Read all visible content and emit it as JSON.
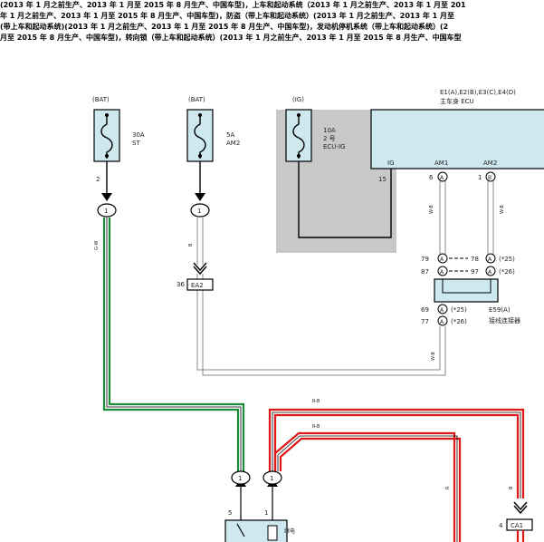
{
  "header": {
    "lines": [
      "(2013 年 1 月之前生产、2013 年 1 月至 2015 年 8 月生产、中国车型)，上车和起动系统（2013 年 1 月之前生产、2013 年 1 月至 201",
      "年 1 月之前生产、2013 年 1 月至 2015 年 8 月生产、中国车型)，防盗（带上车和起动系统）(2013 年 1 月之前生产、2013 年 1 月至",
      "(带上车和起动系统)(2013 年 1 月之前生产、2013 年 1 月至 2015 年 8 月生产、中国车型)，发动机停机系统（带上车和起动系统）(2",
      "月至 2015 年 8 月生产、中国车型)，转向锁（带上车和起动系统）(2013 年 1 月之前生产、2013 年 1 月至 2015 年 8 月生产、中国车型"
    ]
  },
  "fuses": {
    "st": {
      "source": "(BAT)",
      "rating": "30A",
      "name": "ST",
      "pin": "2"
    },
    "am2": {
      "source": "(BAT)",
      "rating": "5A",
      "name": "AM2"
    },
    "ecu_ig": {
      "source": "(IG)",
      "rating": "10A",
      "name_line2": "2 号",
      "name_line3": "ECU-IG"
    }
  },
  "ecu": {
    "connectors": "E1(A),E2(B),E3(C),E4(D)",
    "name": "主车身 ECU",
    "pin_ig": "IG",
    "pin_ig_num": "15",
    "pin_am1": "AM1",
    "pin_am2": "AM2",
    "pin_am1_num": "6",
    "pin_am1_conn": "A",
    "pin_am2_num": "1",
    "pin_am2_conn": "B"
  },
  "junction": {
    "id": "E59(A)",
    "name": "接线连接器",
    "rows": [
      {
        "left": "79",
        "left_conn": "A",
        "right": "78",
        "right_conn": "A",
        "note": "(*25)"
      },
      {
        "left": "87",
        "left_conn": "A",
        "right": "97",
        "right_conn": "A",
        "note": "(*26)"
      },
      {
        "left": "69",
        "left_conn": "A",
        "note": "(*25)"
      },
      {
        "left": "77",
        "left_conn": "A",
        "note": "(*26)"
      }
    ]
  },
  "connectors": {
    "c1": "1",
    "c2": "1",
    "c3": "1",
    "c4": "1",
    "ea2": {
      "pin": "36",
      "id": "EA2"
    },
    "ca1": {
      "pin": "4",
      "id": "CA1"
    }
  },
  "wires": {
    "gw_label": "G-W",
    "br_label": "B",
    "rb_label1": "R-B",
    "rb_label2": "R-B",
    "w_label1": "W-B",
    "w_label2": "W-B",
    "w_label3": "W-B",
    "r_label": "R",
    "b_label": "B"
  },
  "relay": {
    "pin5": "5",
    "pin1": "1",
    "label": "继电"
  },
  "colors": {
    "green": "#1a8c3a",
    "red": "#e01515",
    "gray_box": "#c8c8c8",
    "fuse_fill": "#cde9ef"
  }
}
